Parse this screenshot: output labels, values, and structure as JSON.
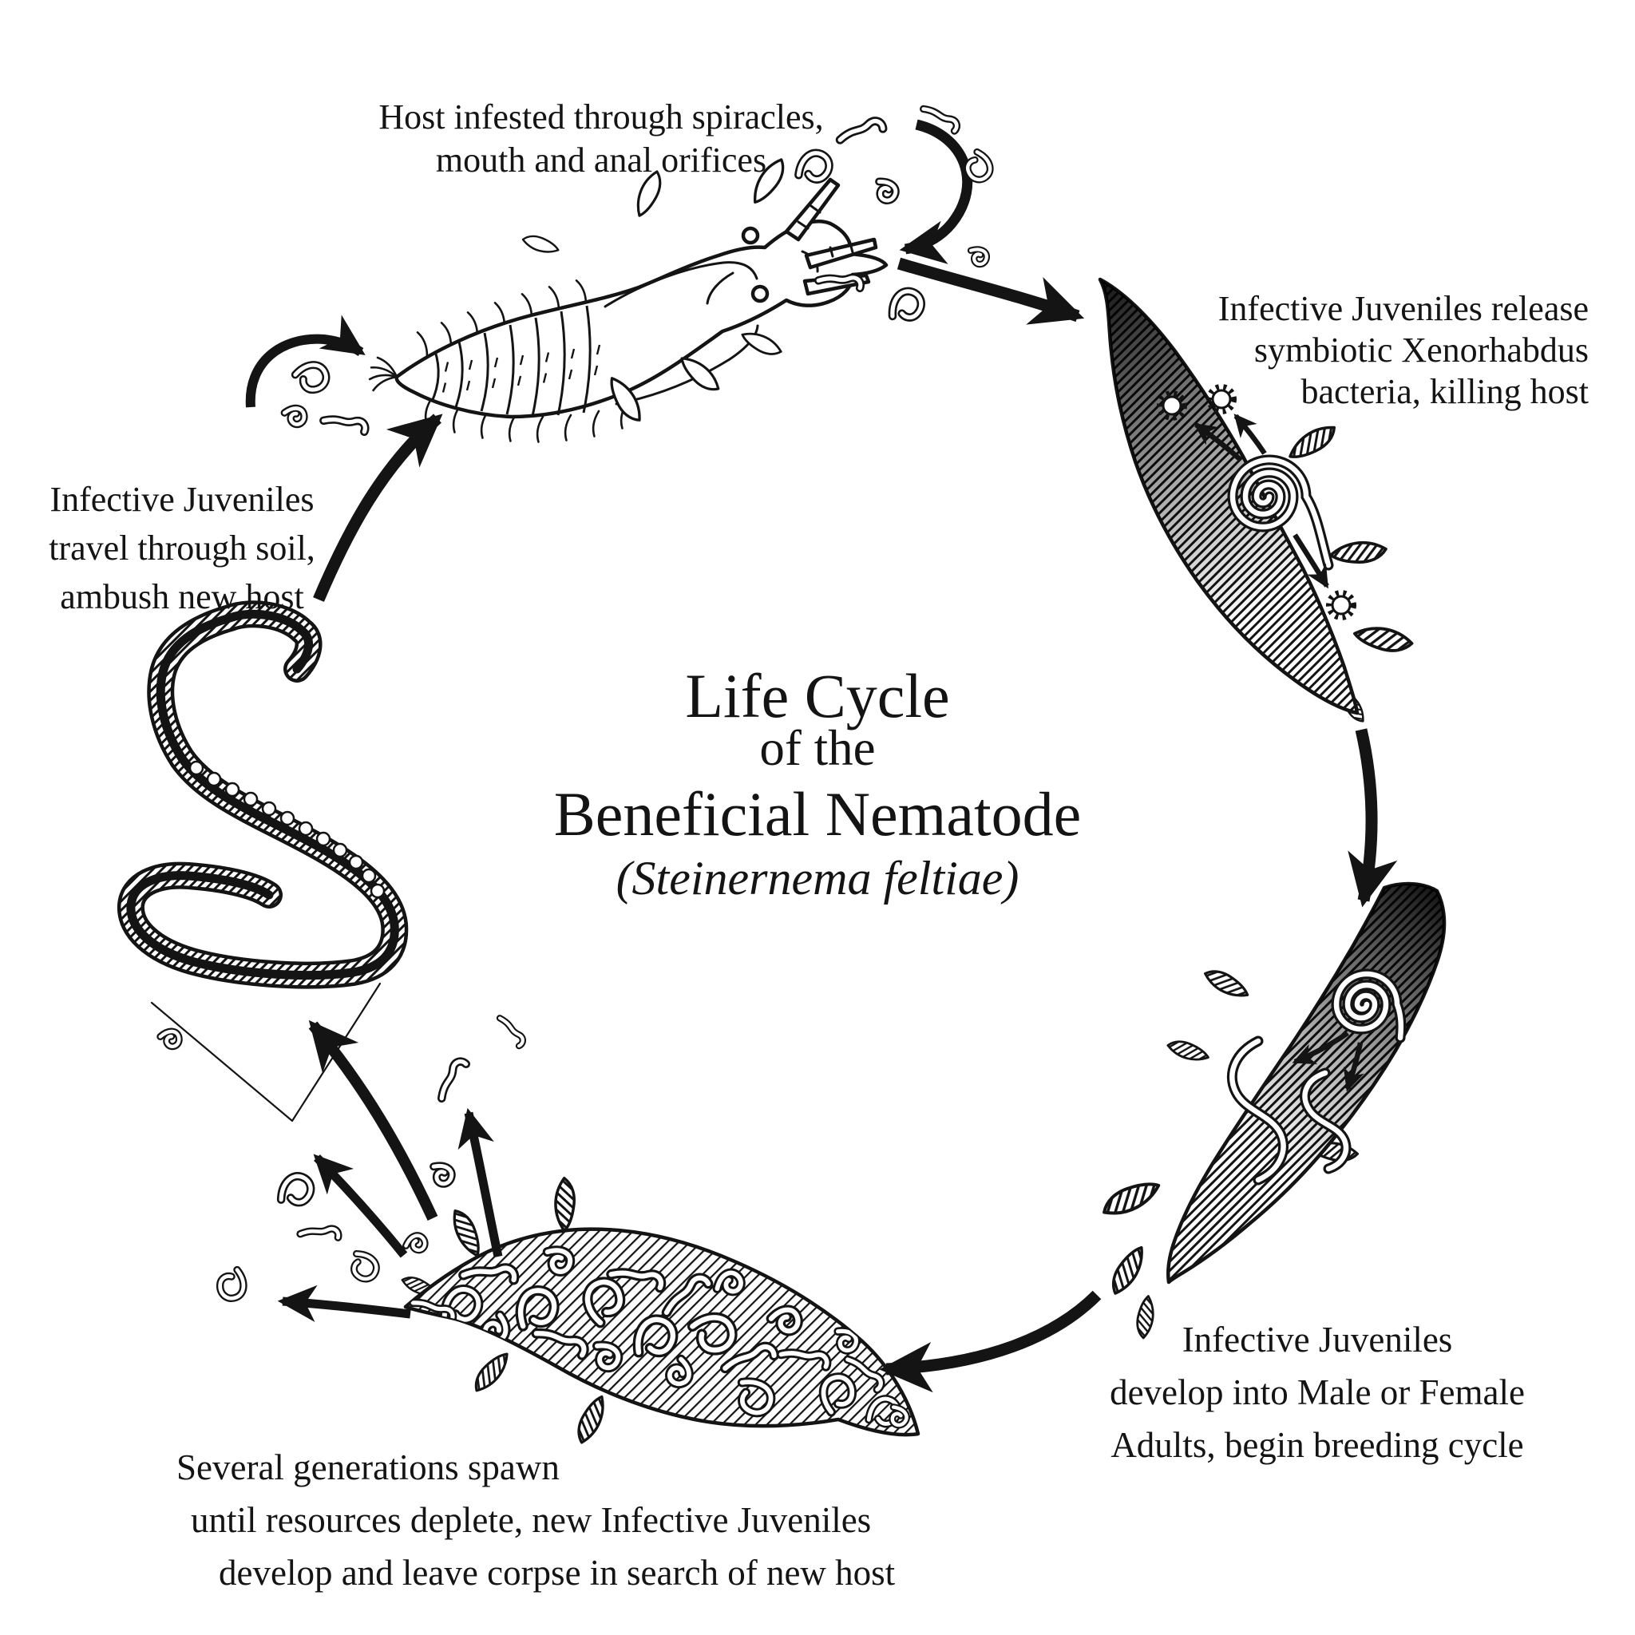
{
  "page": {
    "background": "#ffffff",
    "ink_color": "#141414"
  },
  "title": {
    "line1": "Life Cycle",
    "line2": "of the",
    "line3": "Beneficial Nematode",
    "line4": "(Steinernema feltiae)"
  },
  "labels": {
    "host_infestation": {
      "lines": [
        "Host infested through spiracles,",
        "mouth and anal orifices"
      ]
    },
    "bacteria_release": {
      "lines": [
        "Infective Juveniles release",
        "symbiotic Xenorhabdus",
        "bacteria, killing host"
      ]
    },
    "soil_travel": {
      "lines": [
        "Infective Juveniles",
        "travel through soil,",
        "ambush new host"
      ]
    },
    "adult_development": {
      "lines": [
        "Infective Juveniles",
        "develop into Male or Female",
        "Adults, begin breeding cycle"
      ]
    },
    "spawn_generations": {
      "lines": [
        "Several generations spawn",
        "until resources deplete, new Infective Juveniles",
        "develop and leave corpse in search of new host"
      ]
    }
  }
}
